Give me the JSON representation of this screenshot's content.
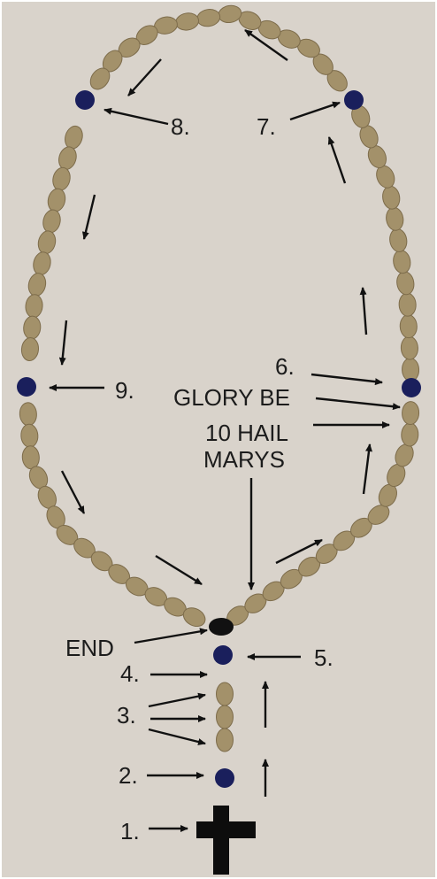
{
  "colors": {
    "background": "#d9d3cb",
    "bead": "#a3916a",
    "bead_edge": "#7d6c4b",
    "marker_bead": "#1a1f5c",
    "end_bead": "#111111",
    "cross": "#0d0d0d",
    "arrow": "#111111",
    "text": "#1c1c1c"
  },
  "labels": {
    "l1": "1.",
    "l2": "2.",
    "l3": "3.",
    "l4": "4.",
    "l5": "5.",
    "l6": "6.",
    "l7": "7.",
    "l8": "8.",
    "l9": "9.",
    "end": "END",
    "glory_be": "GLORY BE",
    "hail_marys_line1": "10 HAIL",
    "hail_marys_line2": "MARYS"
  },
  "icons": {
    "cross": "cross-icon",
    "marker_bead": "blue-bead-icon",
    "end_bead": "black-bead-icon"
  }
}
